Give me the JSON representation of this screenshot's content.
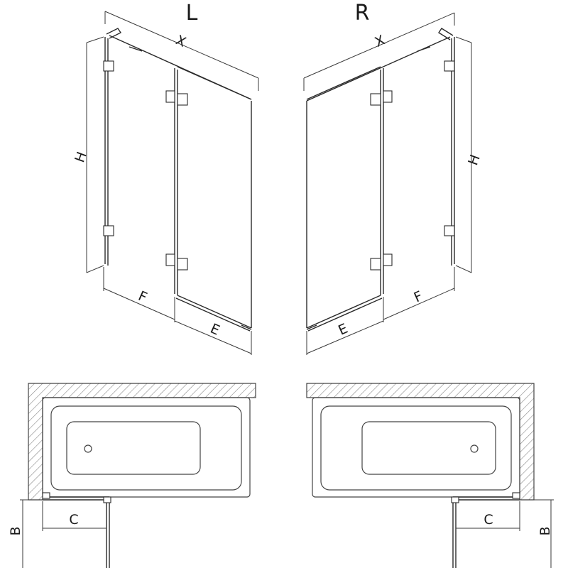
{
  "views": {
    "left": {
      "title": "L"
    },
    "right": {
      "title": "R"
    }
  },
  "dimensions": {
    "width": "X",
    "height": "H",
    "fixed_panel": "F",
    "door_panel": "E",
    "plan_width": "C",
    "plan_depth": "B"
  },
  "colors": {
    "line": "#2a2a2a",
    "hatch": "#888888",
    "background": "#ffffff"
  }
}
